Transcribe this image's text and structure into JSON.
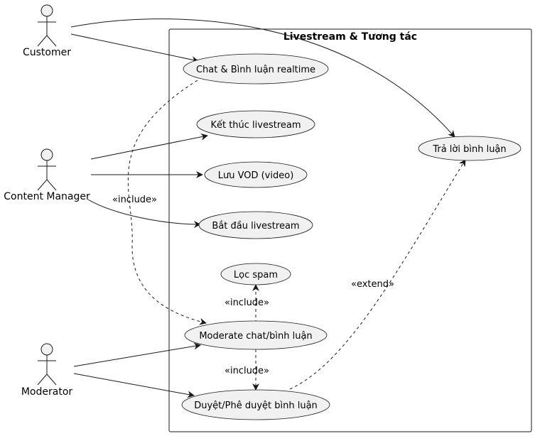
{
  "system": {
    "title": "Livestream & Tương tác"
  },
  "actors": {
    "customer": "Customer",
    "content_manager": "Content Manager",
    "moderator": "Moderator"
  },
  "use_cases": {
    "chat": "Chat & Bình luận realtime",
    "end_live": "Kết thúc livestream",
    "save_vod": "Lưu VOD (video)",
    "start_live": "Bắt đầu livestream",
    "spam": "Lọc spam",
    "moderate": "Moderate chat/bình luận",
    "approve": "Duyệt/Phê duyệt bình luận",
    "reply": "Trả lời bình luận"
  },
  "relations": {
    "include_chat": "«include»",
    "include_spam": "«include»",
    "include_approve": "«include»",
    "extend_reply": "«extend»"
  }
}
